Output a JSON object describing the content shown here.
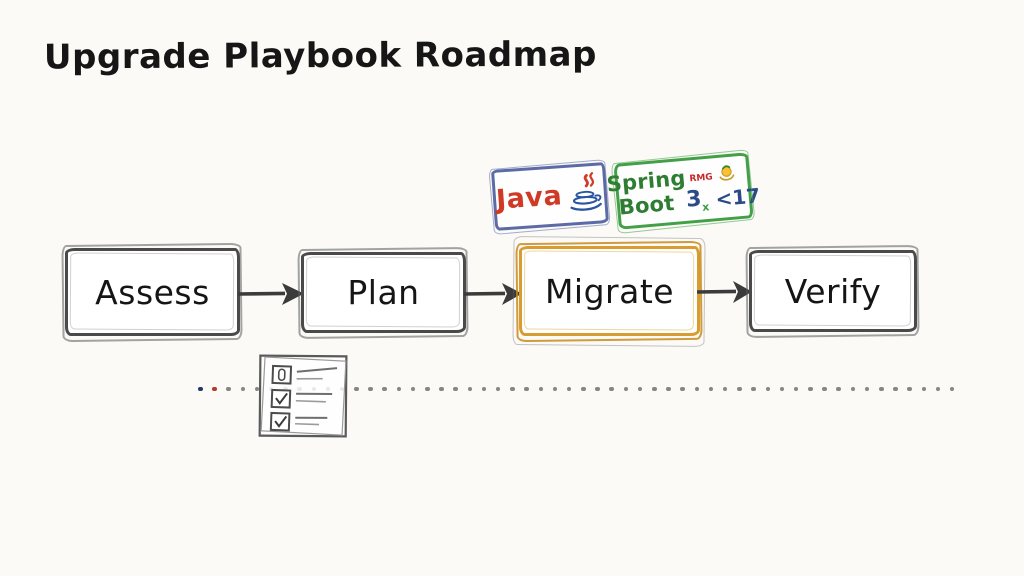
{
  "page": {
    "title": "Upgrade Playbook Roadmap",
    "background_color": "#fbfaf7"
  },
  "roadmap": {
    "steps": [
      {
        "label": "Assess",
        "highlighted": false
      },
      {
        "label": "Plan",
        "highlighted": false
      },
      {
        "label": "Migrate",
        "highlighted": true
      },
      {
        "label": "Verify",
        "highlighted": false
      }
    ],
    "arrow_color": "#3b3b3b",
    "box_border_color": "#4a4a4a",
    "highlight_border_color": "#d99c31"
  },
  "badges": {
    "java": {
      "label": "Java",
      "text_color": "#cf3a27",
      "border_color": "#5c6ba6",
      "icon": "java-coffee-cup-icon"
    },
    "spring_boot": {
      "word1": "Spring",
      "word2": "Boot",
      "tag": "RMG",
      "version": "3",
      "version_sub": "x",
      "jdk_constraint": "<17",
      "text_color": "#2e7d32",
      "border_color": "#43a047",
      "tag_color": "#c62828",
      "version_color": "#2b4a87",
      "icon": "duke-icon"
    }
  },
  "timeline": {
    "dot_count": 54,
    "dot_colors": {
      "first": "#1f3c63",
      "second": "#b13a31",
      "rest": "#868686"
    },
    "checklist_icon": "checklist-icon"
  }
}
